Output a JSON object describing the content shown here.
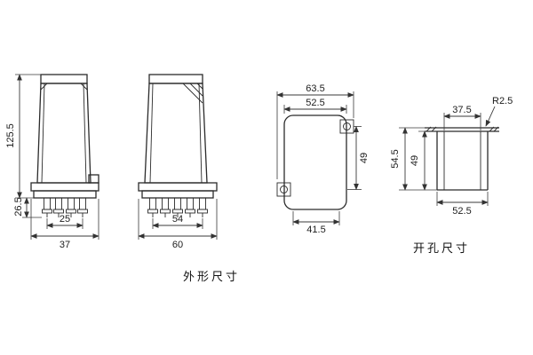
{
  "captions": {
    "outline": "外形尺寸",
    "cutout": "开孔尺寸"
  },
  "front_view": {
    "overall_height": "125.5",
    "terminal_height": "26.5",
    "pin_spacing": "25",
    "base_width": "37"
  },
  "side_view": {
    "pin_row_width": "54",
    "base_width": "60"
  },
  "rear_view": {
    "overall_width": "63.5",
    "body_width": "52.5",
    "hole_spacing_vertical": "49",
    "hole_spacing_horizontal": "41.5"
  },
  "cutout_view": {
    "top_width": "37.5",
    "corner_radius": "R2.5",
    "overall_height": "54.5",
    "hole_height": "49",
    "hole_width": "52.5"
  }
}
